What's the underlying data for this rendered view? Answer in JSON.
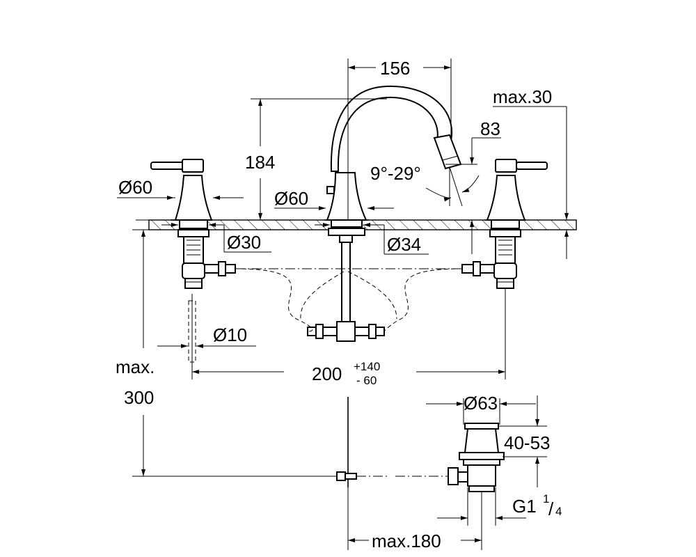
{
  "dimensions": {
    "spout_reach": "156",
    "spout_height": "184",
    "max_deck": "max.30",
    "spout_outlet_height": "83",
    "spout_angle": "9°-29°",
    "handle_diameter": "Ø60",
    "spout_base_diameter": "Ø60",
    "shank_diameter_handle": "Ø30",
    "shank_diameter_spout": "Ø34",
    "connection_diameter": "Ø10",
    "spread_base": "200",
    "spread_plus": "+140",
    "spread_minus": "- 60",
    "max_depth_label": "max.",
    "max_depth_value": "300",
    "drain_diameter": "Ø63",
    "drain_range": "40-53",
    "drain_thread": "G1",
    "drain_thread_num": "1",
    "drain_thread_den": "4",
    "pull_rod_reach": "max.180"
  }
}
